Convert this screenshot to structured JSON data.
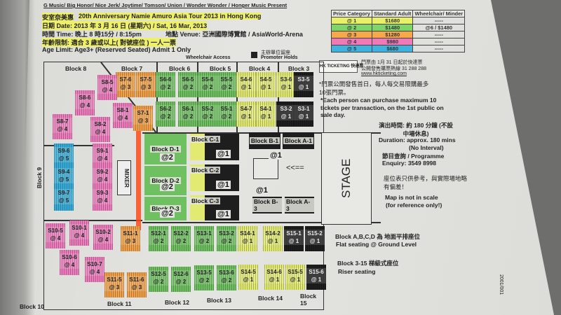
{
  "header": {
    "presenters": "G Music/ Big Honor/ Nice Jerk/ Joytime/ Tomson/ Union / Wonder Wonder / Honger Music Present",
    "title_zh": "安室奈美惠",
    "title": "20th Anniversary Namie Amuro Asia Tour 2013 in Hong Kong",
    "date": "日期 Date: 2013 年 3 月 16 日 (星期六) / Sat, 16 Mar, 2013",
    "time": "時間 Time: 晚上 8 時15分 / 8:15pm",
    "venue": "地點 Venue: 亞洲國際博覽館 / AsiaWorld-Arena",
    "age_zh": "年齡限制: 適合 3 歲或以上( 對號座位 ) 一人一票",
    "age": "Age Limit: Age3+ (Reserved Seated) Admit 1 Only",
    "wheelchair": "Wheelchair Access",
    "promoter_zh": "主辦單位留座",
    "promoter": "Promoter Holds"
  },
  "price_table": {
    "headers": [
      "Price Category",
      "Standard Adult",
      "Wheelchair/ Minder"
    ],
    "rows": [
      {
        "cat": "@ 1",
        "price": "$1680",
        "minder": "-----",
        "color": "#e8f06a"
      },
      {
        "cat": "@ 2",
        "price": "$1480",
        "minder": "@6 / $1480",
        "color": "#7fd46a"
      },
      {
        "cat": "@ 3",
        "price": "$1280",
        "minder": "-----",
        "color": "#f5a94a"
      },
      {
        "cat": "@ 4",
        "price": "$980",
        "minder": "-----",
        "color": "#f07ab8"
      },
      {
        "cat": "@ 5",
        "price": "$680",
        "minder": "-----",
        "color": "#3fb3de"
      }
    ]
  },
  "ticketing": {
    "logo": "HK TICKETING 快達票",
    "line1": "門票由 1月 31 日起於快達票",
    "line2": "公開發售購票熱線 31 288 288",
    "url": "www.hkticketing.com"
  },
  "notes": {
    "limit_zh": "*門票公開發售首日，每人每交易限購最多10張門票。",
    "limit": "*Each person can purchase maximum 10 tickets per transaction, on the 1st public on sale day.",
    "duration_zh": "演出時間: 約 180 分鐘 (不設中場休息)",
    "duration": "Duration: approx. 180 mins",
    "no_interval": "(No Interval)",
    "programme": "節目查詢 / Programme",
    "enquiry": "Enquiry: 3549 8998",
    "scale_zh": "座位表只供參考，與實際場地略有偏差！",
    "scale": "Map is not in scale",
    "reference": "(for reference only!)",
    "flat_zh": "Block A,B,C,D 為 地面平排座位",
    "flat": "Flat seating @ Ground Level",
    "riser_zh": "Block 3-15 梯級式座位",
    "riser": "Riser seating",
    "code": "2001/001"
  },
  "map": {
    "blocks": [
      "Block 8",
      "Block 7",
      "Block 6",
      "Block 5",
      "Block 4",
      "Block 3",
      "Block 9",
      "Block 10",
      "Block 11",
      "Block 12",
      "Block 13",
      "Block 14",
      "Block 15"
    ],
    "mixer": "MIXER",
    "stage": "STAGE",
    "arrow": "<<==",
    "floor": [
      {
        "name": "Block D-1",
        "price": "@2"
      },
      {
        "name": "Block D-2",
        "price": "@2"
      },
      {
        "name": "Block D-3",
        "price": "@2"
      },
      {
        "name": "Block C-1",
        "price": "@1"
      },
      {
        "name": "Block C-2",
        "price": "@1"
      },
      {
        "name": "Block C-3",
        "price": "@1"
      },
      {
        "name": "Block B-1",
        "price": "@1"
      },
      {
        "name": "Block A-1",
        "price": ""
      },
      {
        "name": "Block B-3",
        "price": "@1"
      },
      {
        "name": "Block A-3",
        "price": ""
      }
    ],
    "sections": [
      {
        "name": "S7-6",
        "price": "@ 3",
        "cat": 3
      },
      {
        "name": "S7-5",
        "price": "@ 3",
        "cat": 3
      },
      {
        "name": "S7-1",
        "price": "@ 3",
        "cat": 3
      },
      {
        "name": "S6-6",
        "price": "@ 2",
        "cat": 2
      },
      {
        "name": "S6-5",
        "price": "@ 2",
        "cat": 2
      },
      {
        "name": "S6-2",
        "price": "@ 2",
        "cat": 2
      },
      {
        "name": "S6-1",
        "price": "@ 2",
        "cat": 2
      },
      {
        "name": "S5-6",
        "price": "@ 2",
        "cat": 2
      },
      {
        "name": "S5-5",
        "price": "@ 2",
        "cat": 2
      },
      {
        "name": "S5-2",
        "price": "@ 2",
        "cat": 2
      },
      {
        "name": "S5-1",
        "price": "@ 2",
        "cat": 2
      },
      {
        "name": "S4-6",
        "price": "@ 1",
        "cat": 1
      },
      {
        "name": "S4-5",
        "price": "@ 1",
        "cat": 1
      },
      {
        "name": "S4-7",
        "price": "@ 1",
        "cat": 1
      },
      {
        "name": "S4-1",
        "price": "@ 1",
        "cat": 1
      },
      {
        "name": "S3-6",
        "price": "@ 1",
        "cat": 1
      },
      {
        "name": "S3-5",
        "price": "@ 1",
        "cat": 0
      },
      {
        "name": "S3-2",
        "price": "@ 1",
        "cat": 0
      },
      {
        "name": "S3-1",
        "price": "@ 1",
        "cat": 0
      },
      {
        "name": "S8-5",
        "price": "@ 4",
        "cat": 4
      },
      {
        "name": "S8-6",
        "price": "@ 4",
        "cat": 4
      },
      {
        "name": "S8-1",
        "price": "@ 4",
        "cat": 4
      },
      {
        "name": "S8-7",
        "price": "@ 4",
        "cat": 4
      },
      {
        "name": "S8-2",
        "price": "@ 4",
        "cat": 4
      },
      {
        "name": "S9-6",
        "price": "@ 5",
        "cat": 5
      },
      {
        "name": "S9-1",
        "price": "@ 4",
        "cat": 4
      },
      {
        "name": "S9-4",
        "price": "@ 5",
        "cat": 5
      },
      {
        "name": "S9-2",
        "price": "@ 4",
        "cat": 4
      },
      {
        "name": "S9-7",
        "price": "@ 5",
        "cat": 5
      },
      {
        "name": "S9-3",
        "price": "@ 4",
        "cat": 4
      },
      {
        "name": "S10-5",
        "price": "@ 4",
        "cat": 4
      },
      {
        "name": "S10-1",
        "price": "@ 4",
        "cat": 4
      },
      {
        "name": "S10-2",
        "price": "@ 4",
        "cat": 4
      },
      {
        "name": "S10-6",
        "price": "@ 4",
        "cat": 4
      },
      {
        "name": "S10-7",
        "price": "@ 4",
        "cat": 4
      },
      {
        "name": "S11-1",
        "price": "@ 3",
        "cat": 3
      },
      {
        "name": "S11-5",
        "price": "@ 3",
        "cat": 3
      },
      {
        "name": "S11-6",
        "price": "@ 3",
        "cat": 3
      },
      {
        "name": "S12-1",
        "price": "@ 2",
        "cat": 2
      },
      {
        "name": "S12-2",
        "price": "@ 2",
        "cat": 2
      },
      {
        "name": "S12-5",
        "price": "@ 2",
        "cat": 2
      },
      {
        "name": "S12-6",
        "price": "@ 2",
        "cat": 2
      },
      {
        "name": "S13-1",
        "price": "@ 2",
        "cat": 2
      },
      {
        "name": "S13-2",
        "price": "@ 2",
        "cat": 2
      },
      {
        "name": "S13-5",
        "price": "@ 2",
        "cat": 2
      },
      {
        "name": "S13-6",
        "price": "@ 2",
        "cat": 2
      },
      {
        "name": "S14-1",
        "price": "@ 1",
        "cat": 1
      },
      {
        "name": "S14-2",
        "price": "@ 1",
        "cat": 1
      },
      {
        "name": "S14-5",
        "price": "@ 1",
        "cat": 1
      },
      {
        "name": "S14-6",
        "price": "@ 1",
        "cat": 1
      },
      {
        "name": "S15-1",
        "price": "@ 1",
        "cat": 0
      },
      {
        "name": "S15-2",
        "price": "@ 1",
        "cat": 0
      },
      {
        "name": "S15-5",
        "price": "@ 1",
        "cat": 1
      },
      {
        "name": "S15-6",
        "price": "@ 1",
        "cat": 0
      }
    ]
  },
  "colors": {
    "c0": "#1e1e1e",
    "c1": "#e2ea72",
    "c2": "#6fc060",
    "c3": "#f0a048",
    "c4": "#ec7cbc",
    "c5": "#38acd8",
    "sponsor": "#ff4a1a"
  }
}
